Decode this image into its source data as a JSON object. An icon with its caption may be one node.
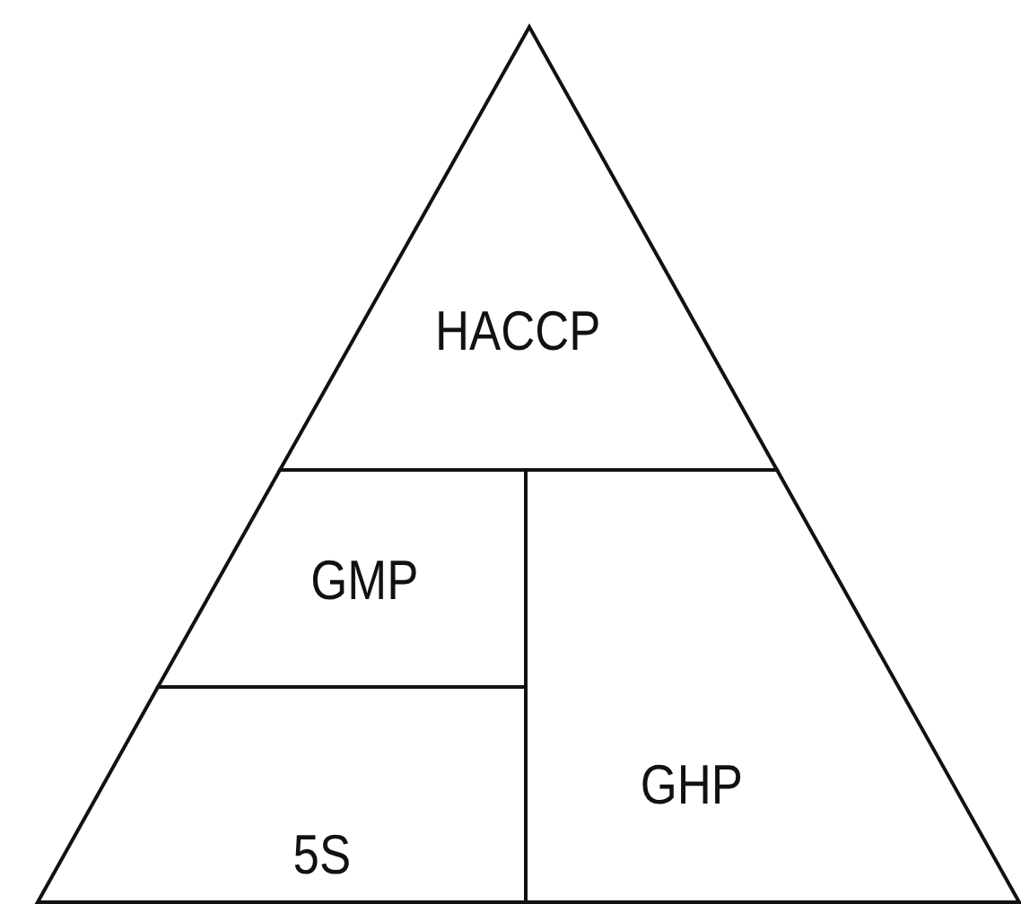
{
  "diagram": {
    "nodes": [
      {
        "text": [
          "HACCP"
        ]
      },
      {
        "text": [
          "GMP"
        ]
      },
      {
        "text": [
          "GHP"
        ]
      },
      {
        "text": [
          "5S"
        ]
      }
    ],
    "edges": []
  }
}
